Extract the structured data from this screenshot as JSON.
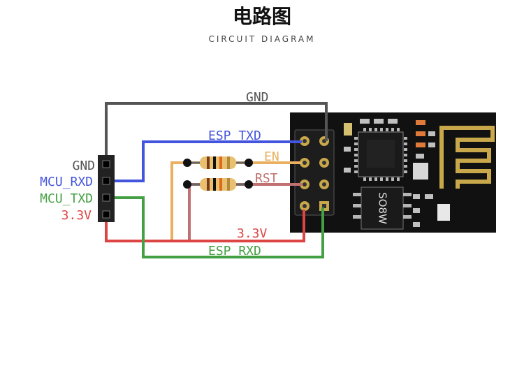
{
  "title": "电路图",
  "subtitle": "CIRCUIT DIAGRAM",
  "labels": {
    "gnd_top": "GND",
    "esp_txd": "ESP_TXD",
    "en": "EN",
    "rst": "RST",
    "v33_bottom": "3.3V",
    "esp_rxd": "ESP_RXD",
    "pin_gnd": "GND",
    "pin_mcu_rxd": "MCU_RXD",
    "pin_mcu_txd": "MCU_TXD",
    "pin_33v": "3.3V",
    "module": "SO8W"
  },
  "colors": {
    "gnd": "#555555",
    "txd": "#4455dd",
    "en": "#e8b060",
    "rst": "#c07070",
    "v33": "#dd4444",
    "rxd": "#44a044",
    "pcb": "#111111"
  }
}
